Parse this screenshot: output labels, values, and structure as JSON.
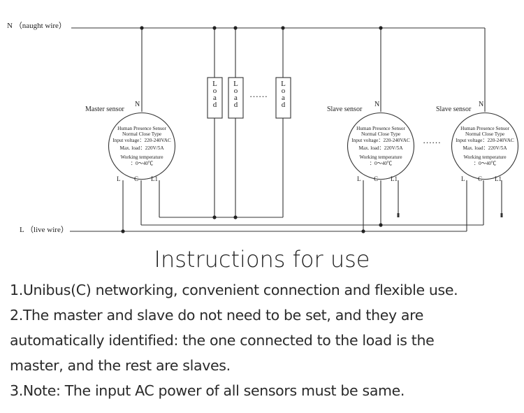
{
  "wires": {
    "neutral_label": "N （naught wire）",
    "live_label": "L （live wire）"
  },
  "loads": {
    "label": "Load",
    "ellipsis": "……"
  },
  "sensors": [
    {
      "role_label": "Master sensor",
      "terminal_n": "N",
      "terminal_l": "L",
      "terminal_c": "C",
      "terminal_l1": "L1",
      "name": "Human Presence Sensor",
      "type": "Normal Close Type",
      "voltage": "Input voltage：220-240VAC",
      "max_load": "Max. load：220V/5A",
      "temp_label": "Working temperature",
      "temp_value": "：0～40℃"
    },
    {
      "role_label": "Slave sensor",
      "terminal_n": "N",
      "terminal_l": "L",
      "terminal_c": "C",
      "terminal_l1": "L1",
      "name": "Human Presence Sensor",
      "type": "Normal Close Type",
      "voltage": "Input voltage：220-240VAC",
      "max_load": "Max. load：220V/5A",
      "temp_label": "Working temperature",
      "temp_value": "：0～40℃"
    },
    {
      "role_label": "Slave sensor",
      "terminal_n": "N",
      "terminal_l": "L",
      "terminal_c": "C",
      "terminal_l1": "L1",
      "name": "Human Presence Sensor",
      "type": "Normal Close Type",
      "voltage": "Input voltage：220-240VAC",
      "max_load": "Max. load：220V/5A",
      "temp_label": "Working temperature",
      "temp_value": "：0～40℃"
    }
  ],
  "sensor_ellipsis": "……",
  "instructions": {
    "title": "Instructions for use",
    "lines": [
      "1.Unibus(C) networking, convenient connection and flexible use.",
      "2.The master and slave do not need to be set, and they are",
      "automatically identified: the one connected to the load is the",
      "master, and the rest are slaves.",
      "3.Note: The input AC power of all sensors must be same."
    ]
  }
}
